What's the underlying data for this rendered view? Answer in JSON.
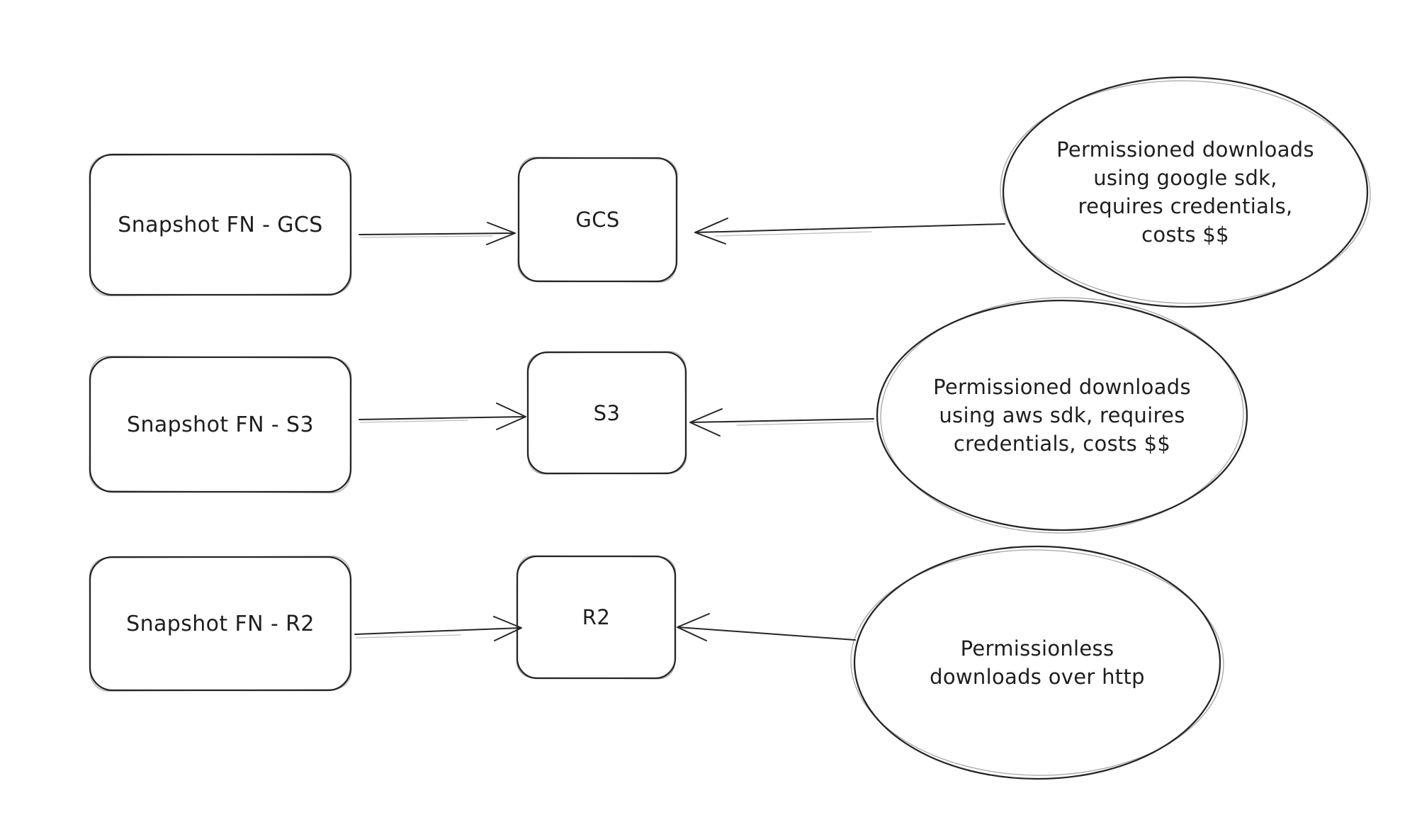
{
  "diagram": {
    "background_color": "#ffffff",
    "stroke_color": "#262626",
    "rows": [
      {
        "source": {
          "label": "Snapshot FN - GCS"
        },
        "target": {
          "label": "GCS"
        },
        "note": {
          "lines": [
            "Permissioned downloads",
            "using google sdk,",
            "requires credentials,",
            "costs $$"
          ]
        }
      },
      {
        "source": {
          "label": "Snapshot FN - S3"
        },
        "target": {
          "label": "S3"
        },
        "note": {
          "lines": [
            "Permissioned downloads",
            "using aws sdk, requires",
            "credentials, costs $$"
          ]
        }
      },
      {
        "source": {
          "label": "Snapshot FN - R2"
        },
        "target": {
          "label": "R2"
        },
        "note": {
          "lines": [
            "Permissionless",
            "downloads over http"
          ]
        }
      }
    ]
  }
}
